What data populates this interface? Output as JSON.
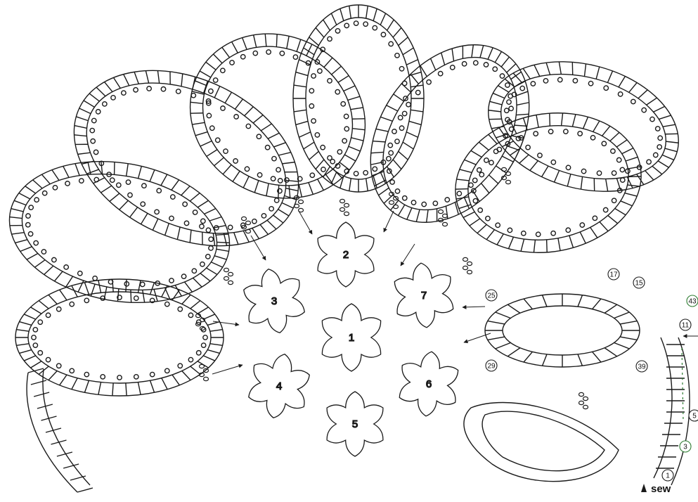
{
  "flowers": [
    {
      "id": "flower-1",
      "label": "1"
    },
    {
      "id": "flower-2",
      "label": "2"
    },
    {
      "id": "flower-3",
      "label": "3"
    },
    {
      "id": "flower-4",
      "label": "4"
    },
    {
      "id": "flower-5",
      "label": "5"
    },
    {
      "id": "flower-6",
      "label": "6"
    },
    {
      "id": "flower-7",
      "label": "7"
    }
  ],
  "round_markers": [
    "17",
    "15",
    "43",
    "25",
    "11",
    "29",
    "39",
    "5",
    "3",
    "1"
  ],
  "sew_label": "sew",
  "colors": {
    "line": "#1a1a1a",
    "accent": "#2e7d32",
    "background": "#ffffff"
  }
}
